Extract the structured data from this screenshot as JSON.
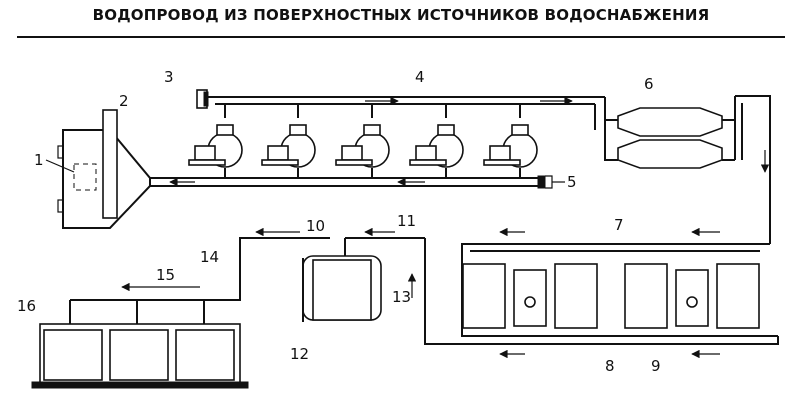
{
  "title": "ВОДОПРОВОД ИЗ ПОВЕРХНОСТНЫХ ИСТОЧНИКОВ ВОДОСНАБЖЕНИЯ",
  "callouts": [
    "1",
    "2",
    "3",
    "4",
    "5",
    "6",
    "7",
    "8",
    "9",
    "10",
    "11",
    "12",
    "13",
    "14",
    "15",
    "16"
  ]
}
